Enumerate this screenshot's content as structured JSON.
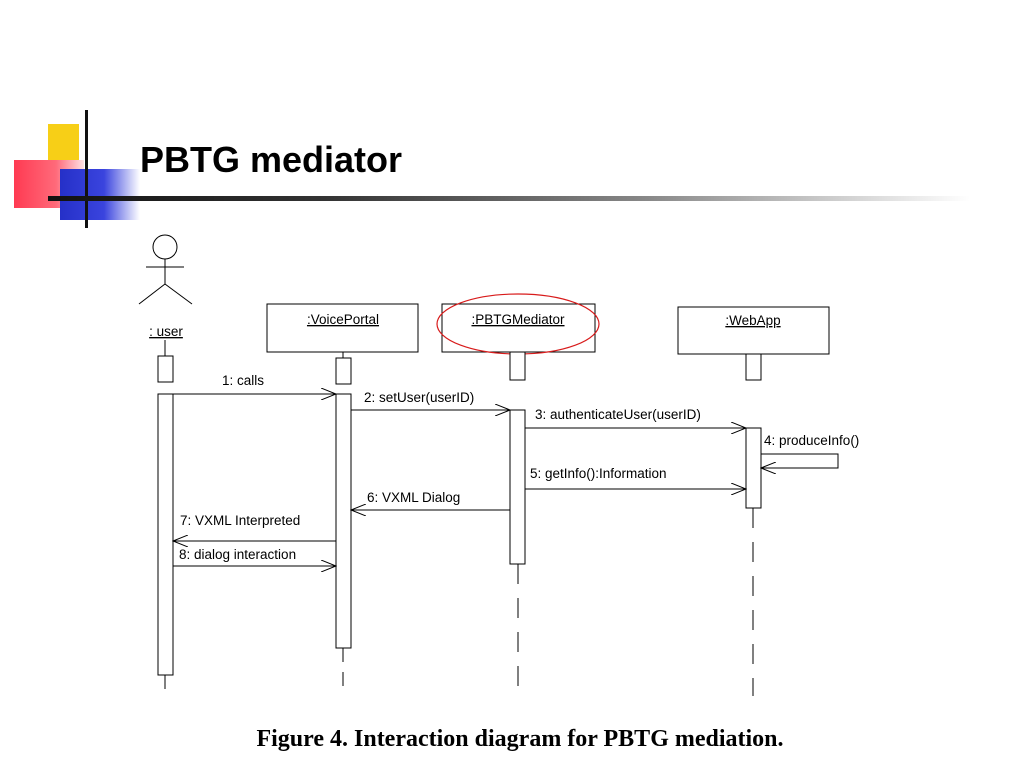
{
  "slide": {
    "title": "PBTG mediator",
    "caption": "Figure 4. Interaction diagram for PBTG mediation."
  },
  "participants": [
    {
      "id": "user",
      "label": ": user",
      "kind": "actor"
    },
    {
      "id": "voiceportal",
      "label": ":VoicePortal",
      "kind": "object"
    },
    {
      "id": "pbtgmediator",
      "label": ":PBTGMediator",
      "kind": "object",
      "highlighted": true
    },
    {
      "id": "webapp",
      "label": ":WebApp",
      "kind": "object"
    }
  ],
  "messages": [
    {
      "label": "1: calls",
      "from": "user",
      "to": "voiceportal"
    },
    {
      "label": "2: setUser(userID)",
      "from": "voiceportal",
      "to": "pbtgmediator"
    },
    {
      "label": "3: authenticateUser(userID)",
      "from": "pbtgmediator",
      "to": "webapp"
    },
    {
      "label": "4: produceInfo()",
      "from": "webapp",
      "to": "webapp"
    },
    {
      "label": "5: getInfo():Information",
      "from": "pbtgmediator",
      "to": "webapp"
    },
    {
      "label": "6: VXML Dialog",
      "from": "pbtgmediator",
      "to": "voiceportal"
    },
    {
      "label": "7: VXML Interpreted",
      "from": "voiceportal",
      "to": "user"
    },
    {
      "label": "8: dialog interaction",
      "from": "user",
      "to": "voiceportal"
    }
  ],
  "colors": {
    "highlight": "#d81b1b",
    "accent_yellow": "#f7cf17",
    "accent_red": "#ff3a52",
    "accent_blue": "#2530c8"
  }
}
